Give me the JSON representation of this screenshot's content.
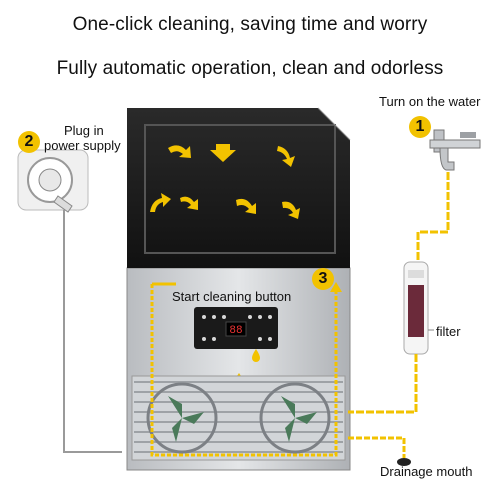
{
  "headlines": {
    "line1": "One-click cleaning, saving time and worry",
    "line2": "Fully automatic operation, clean and odorless"
  },
  "steps": [
    {
      "number": "1",
      "label": "Turn on the water"
    },
    {
      "number": "2",
      "label_line1": "Plug in",
      "label_line2": "power supply"
    },
    {
      "number": "3",
      "label": "Start cleaning button"
    }
  ],
  "labels": {
    "filter": "filter",
    "drain": "Drainage mouth"
  },
  "display_readout": "88",
  "colors": {
    "accent": "#f2c200",
    "lid": "#1d1d1d",
    "body": "#c9ccd0"
  },
  "icons": [
    "power-socket-icon",
    "water-tap-icon",
    "water-filter-icon",
    "water-drop-icon",
    "circular-arrow-icon"
  ]
}
